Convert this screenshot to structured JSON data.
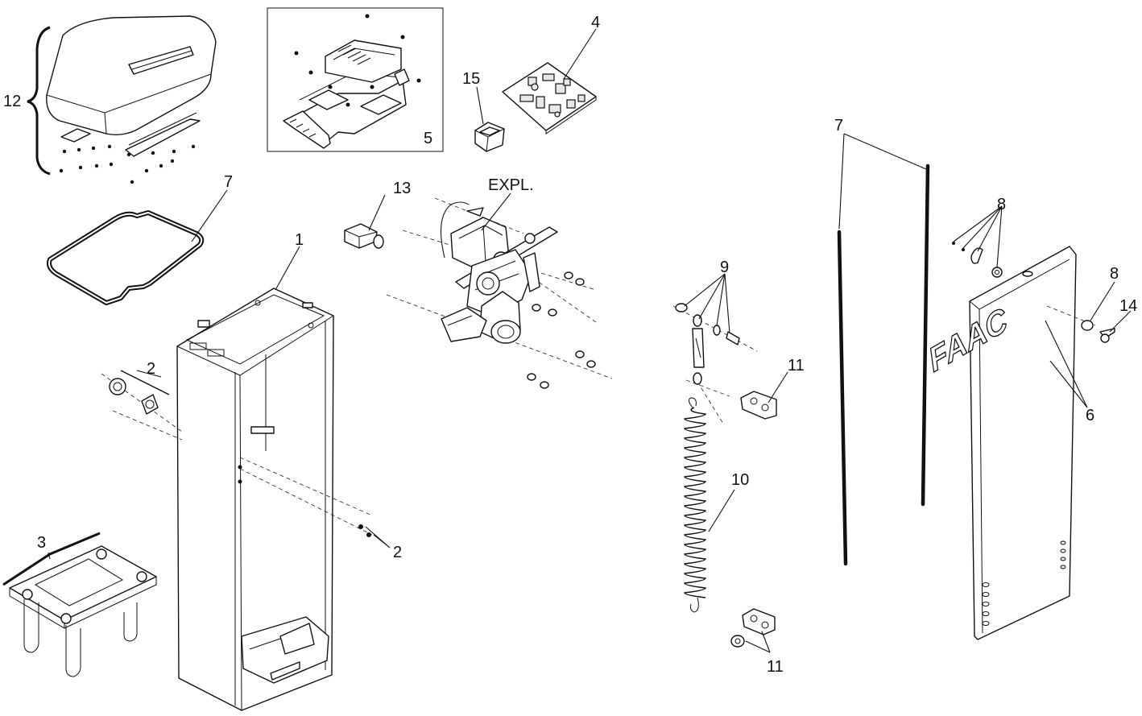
{
  "callouts": {
    "c1": "1",
    "c2a": "2",
    "c2b": "2",
    "c3": "3",
    "c4": "4",
    "c5": "5",
    "c6": "6",
    "c7a": "7",
    "c7b": "7",
    "c8a": "8",
    "c8b": "8",
    "c9": "9",
    "c10": "10",
    "c11a": "11",
    "c11b": "11",
    "c12": "12",
    "c13": "13",
    "c14": "14",
    "c15": "15",
    "expl": "EXPL."
  },
  "brand": {
    "logo_text": "FAAC"
  },
  "colors": {
    "line": "#111111",
    "background": "#ffffff"
  }
}
